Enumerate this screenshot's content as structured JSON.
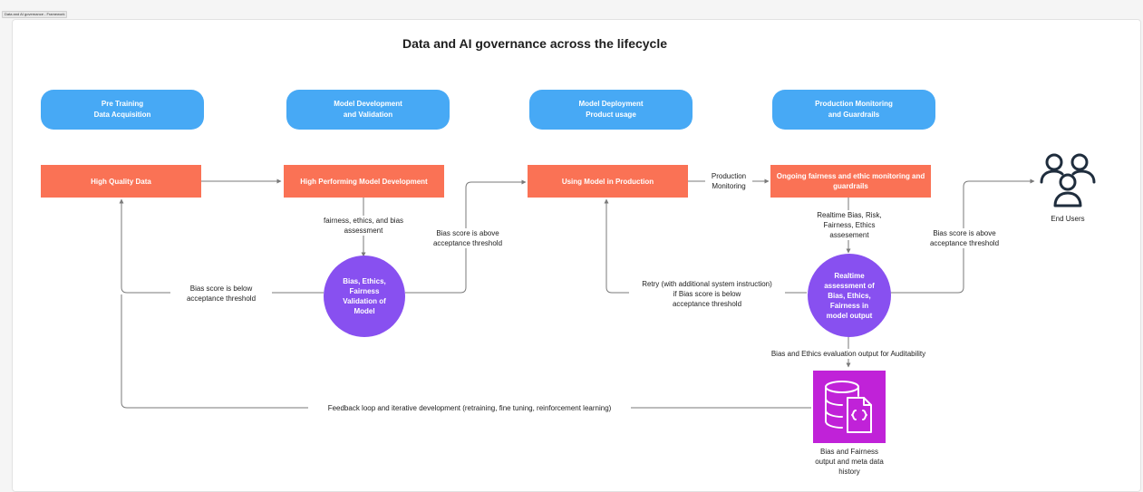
{
  "frame_tag": "Data and AI governance - Framework",
  "title": "Data and AI governance across the lifecycle",
  "stages": [
    {
      "label": "Pre Training\nData Acquisition"
    },
    {
      "label": "Model Development\nand Validation"
    },
    {
      "label": "Model Deployment\nProduct usage"
    },
    {
      "label": "Production Monitoring\nand Guardrails"
    }
  ],
  "boxes": {
    "high_quality_data": "High Quality Data",
    "model_development": "High Performing Model Development",
    "model_in_production": "Using Model in Production",
    "ongoing_monitoring": "Ongoing fairness and ethic monitoring and guardrails"
  },
  "circles": {
    "validation": "Bias, Ethics,\nFairness\nValidation of\nModel",
    "realtime_assessment": "Realtime\nassessment of\nBias, Ethics,\nFairness in\nmodel output"
  },
  "edge_labels": {
    "fairness_assessment": "fairness, ethics, and bias\nassessment",
    "below_threshold_left": "Bias score is below\nacceptance threshold",
    "above_threshold_mid": "Bias score is above\nacceptance threshold",
    "production_monitoring": "Production\nMonitoring",
    "retry": "Retry (with additional system instruction)\nif Bias score is below\nacceptance threshold",
    "realtime_bias_risk": "Realtime Bias, Risk,\nFairness, Ethics\nassesement",
    "above_threshold_right": "Bias score is above\nacceptance threshold",
    "auditability": "Bias and Ethics evaluation output for Auditability",
    "feedback_loop": "Feedback loop and iterative development (retraining, fine tuning, reinforcement learning)"
  },
  "end_users_label": "End Users",
  "database_label": "Bias and Fairness\noutput and meta data\nhistory",
  "icons": {
    "users": "users-group-icon",
    "database": "database-document-icon"
  },
  "colors": {
    "stage_pill": "#47a9f5",
    "process_box": "#fa7255",
    "decision_circle": "#8850f0",
    "database_tile": "#c022d8",
    "connector": "#7a7a7a"
  }
}
